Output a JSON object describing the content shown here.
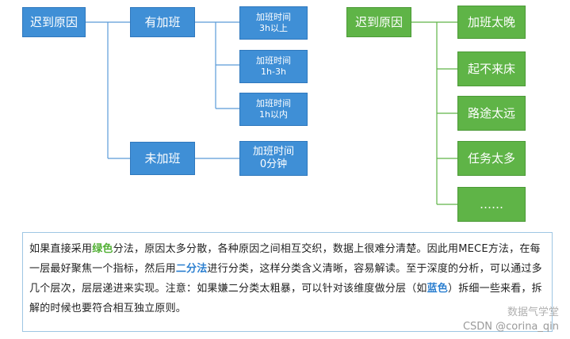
{
  "blue_tree": {
    "root": "迟到原因",
    "branch_overtime": "有加班",
    "branch_no_overtime": "未加班",
    "leaf1": [
      "加班时间",
      "3h以上"
    ],
    "leaf2": [
      "加班时间",
      "1h-3h"
    ],
    "leaf3": [
      "加班时间",
      "1h以内"
    ],
    "leaf4": [
      "加班时间",
      "0分钟"
    ]
  },
  "green_tree": {
    "root": "迟到原因",
    "items": [
      "加班太晚",
      "起不来床",
      "路途太远",
      "任务太多",
      "……"
    ]
  },
  "note": {
    "t1": "如果直接采用",
    "h1": "绿色",
    "t2": "分法，原因太多分散，各种原因之间相互交织，数据上很难分清楚。因此用MECE方法，在每一层最好聚焦一个指标，然后用",
    "h2": "二分法",
    "t3": "进行分类，这样分类含义清晰，容易解读。至于深度的分析，可以通过多几个层次，层层递进来实现。注意：如果嫌二分类太粗暴，可以针对该维度做分层（如",
    "h3": "蓝色",
    "t4": "）拆细一些来看，拆解的时候也要符合相互独立原则。"
  },
  "watermark": {
    "line1": "数据气学堂",
    "line2": "CSDN @corina_qin"
  },
  "colors": {
    "blue": "#3f8fd6",
    "green": "#5fb447",
    "highlight_green": "#52b035",
    "highlight_blue": "#2b7fd0"
  }
}
